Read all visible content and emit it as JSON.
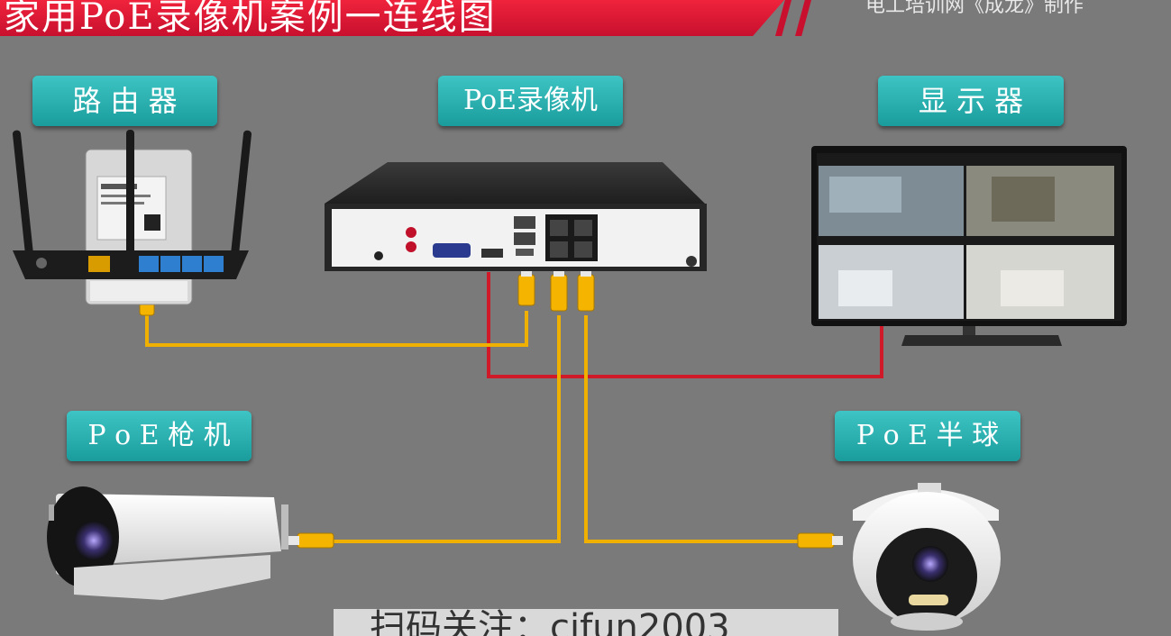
{
  "header": {
    "title": "家用PoE录像机案例一连线图",
    "top_right": "电工培训网《成龙》制作"
  },
  "labels": {
    "router": "路 由 器",
    "nvr": "PoE录像机",
    "monitor": "显 示 器",
    "bullet_cam": "P o E 枪 机",
    "dome_cam": "P o E 半 球"
  },
  "caption": "扫码关注：cifun2003",
  "colors": {
    "background": "#7a7a7a",
    "banner": "#c8102e",
    "label": "#22aaaa",
    "network_cable": "#f0b000",
    "hdmi_cable": "#d01a2a"
  }
}
